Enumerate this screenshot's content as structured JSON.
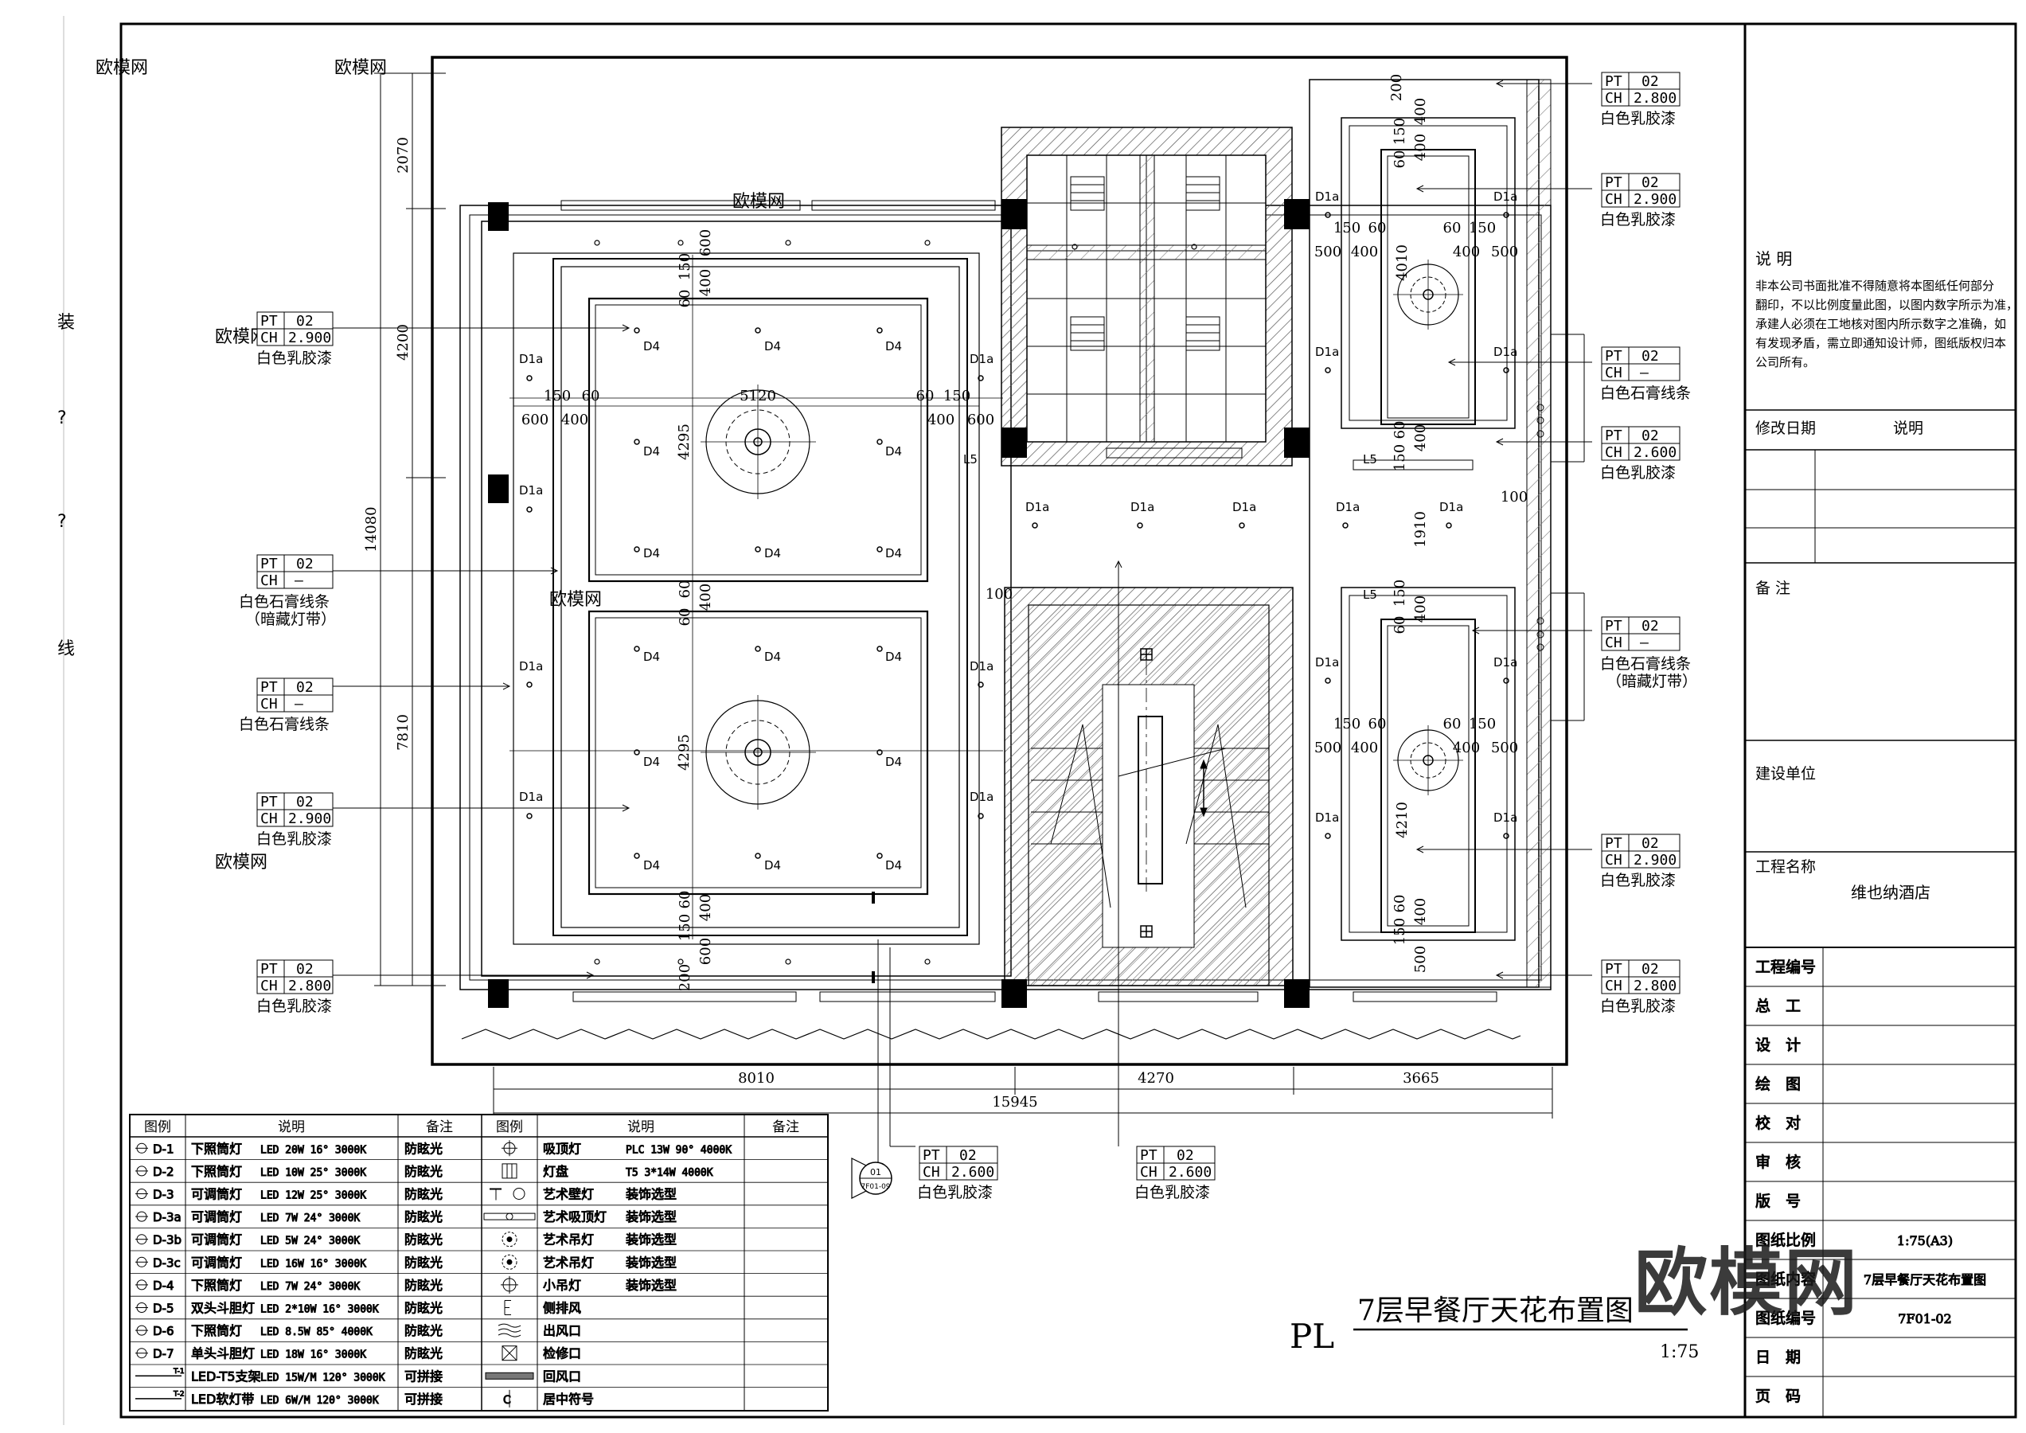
{
  "drawing": {
    "title": "7层早餐厅天花布置图",
    "prefix": "PL",
    "scale": "1:75"
  },
  "margin_marks": [
    "装",
    "?",
    "?",
    "线"
  ],
  "watermark": "欧模网",
  "faint_watermark": "欧模网",
  "dimensions": {
    "left": [
      "2070",
      "4200",
      "14080",
      "7810"
    ],
    "bottom": [
      "8010",
      "4270",
      "3665",
      "15945"
    ],
    "room_a": {
      "width": "5120",
      "height": "4295",
      "side": [
        "600",
        "400",
        "150",
        "60"
      ],
      "vert": [
        "600",
        "400",
        "150",
        "60",
        "200"
      ]
    },
    "room_c": {
      "height": "4010",
      "height2": "4210",
      "side": [
        "500",
        "400",
        "150",
        "60"
      ],
      "vert": [
        "200",
        "400",
        "150",
        "60",
        "500"
      ]
    },
    "center": [
      "1910",
      "100",
      "100"
    ]
  },
  "fixture_labels": {
    "d4": "D4",
    "d1a": "D1a",
    "l5": "L5"
  },
  "callouts": [
    {
      "pt": "PT",
      "pt_val": "02",
      "ch": "CH",
      "ch_val": "2.900",
      "text": "白色乳胶漆",
      "text2": ""
    },
    {
      "pt": "PT",
      "pt_val": "02",
      "ch": "CH",
      "ch_val": "—",
      "text": "白色石膏线条",
      "text2": "（暗藏灯带）"
    },
    {
      "pt": "PT",
      "pt_val": "02",
      "ch": "CH",
      "ch_val": "—",
      "text": "白色石膏线条",
      "text2": ""
    },
    {
      "pt": "PT",
      "pt_val": "02",
      "ch": "CH",
      "ch_val": "2.900",
      "text": "白色乳胶漆",
      "text2": ""
    },
    {
      "pt": "PT",
      "pt_val": "02",
      "ch": "CH",
      "ch_val": "2.800",
      "text": "白色乳胶漆",
      "text2": ""
    },
    {
      "pt": "PT",
      "pt_val": "02",
      "ch": "CH",
      "ch_val": "2.800",
      "text": "白色乳胶漆",
      "text2": ""
    },
    {
      "pt": "PT",
      "pt_val": "02",
      "ch": "CH",
      "ch_val": "2.900",
      "text": "白色乳胶漆",
      "text2": ""
    },
    {
      "pt": "PT",
      "pt_val": "02",
      "ch": "CH",
      "ch_val": "—",
      "text": "白色石膏线条",
      "text2": ""
    },
    {
      "pt": "PT",
      "pt_val": "02",
      "ch": "CH",
      "ch_val": "2.600",
      "text": "白色乳胶漆",
      "text2": ""
    },
    {
      "pt": "PT",
      "pt_val": "02",
      "ch": "CH",
      "ch_val": "—",
      "text": "白色石膏线条",
      "text2": "（暗藏灯带）"
    },
    {
      "pt": "PT",
      "pt_val": "02",
      "ch": "CH",
      "ch_val": "2.900",
      "text": "白色乳胶漆",
      "text2": ""
    },
    {
      "pt": "PT",
      "pt_val": "02",
      "ch": "CH",
      "ch_val": "2.800",
      "text": "白色乳胶漆",
      "text2": ""
    },
    {
      "pt": "PT",
      "pt_val": "02",
      "ch": "CH",
      "ch_val": "2.600",
      "text": "白色乳胶漆",
      "text2": ""
    },
    {
      "pt": "PT",
      "pt_val": "02",
      "ch": "CH",
      "ch_val": "2.600",
      "text": "白色乳胶漆",
      "text2": ""
    }
  ],
  "section_marker": {
    "top": "01",
    "bottom": "7F01-09"
  },
  "legend": {
    "headers": [
      "图例",
      "说明",
      "备注",
      "图例",
      "说明",
      "备注"
    ],
    "left_rows": [
      {
        "code": "D-1",
        "name": "下照筒灯",
        "spec": "LED 20W 16° 3000K",
        "note": "防眩光"
      },
      {
        "code": "D-2",
        "name": "下照筒灯",
        "spec": "LED 10W 25° 3000K",
        "note": "防眩光"
      },
      {
        "code": "D-3",
        "name": "可调筒灯",
        "spec": "LED 12W 25° 3000K",
        "note": "防眩光"
      },
      {
        "code": "D-3a",
        "name": "可调筒灯",
        "spec": "LED 7W 24° 3000K",
        "note": "防眩光"
      },
      {
        "code": "D-3b",
        "name": "可调筒灯",
        "spec": "LED 5W 24° 3000K",
        "note": "防眩光"
      },
      {
        "code": "D-3c",
        "name": "可调筒灯",
        "spec": "LED 16W 16° 3000K",
        "note": "防眩光"
      },
      {
        "code": "D-4",
        "name": "下照筒灯",
        "spec": "LED 7W 24° 3000K",
        "note": "防眩光"
      },
      {
        "code": "D-5",
        "name": "双头斗胆灯",
        "spec": "LED 2*10W 16° 3000K",
        "note": "防眩光"
      },
      {
        "code": "D-6",
        "name": "下照筒灯",
        "spec": "LED 8.5W 85° 4000K",
        "note": "防眩光"
      },
      {
        "code": "D-7",
        "name": "单头斗胆灯",
        "spec": "LED 18W 16° 3000K",
        "note": "防眩光"
      },
      {
        "code": "T-1",
        "name": "LED-T5支架",
        "spec": "LED 15W/M 120° 3000K",
        "note": "可拼接"
      },
      {
        "code": "T-2",
        "name": "LED软灯带",
        "spec": "LED 6W/M 120° 3000K",
        "note": "可拼接"
      }
    ],
    "right_rows": [
      {
        "name": "吸顶灯",
        "spec": "PLC 13W 90° 4000K",
        "note": ""
      },
      {
        "name": "灯盘",
        "spec": "T5 3*14W 4000K",
        "note": ""
      },
      {
        "name": "艺术壁灯",
        "spec": "",
        "note": "装饰选型"
      },
      {
        "name": "艺术吸顶灯",
        "spec": "",
        "note": "装饰选型"
      },
      {
        "name": "艺术吊灯",
        "spec": "",
        "note": "装饰选型"
      },
      {
        "name": "艺术吊灯",
        "spec": "",
        "note": "装饰选型"
      },
      {
        "name": "小吊灯",
        "spec": "",
        "note": "装饰选型"
      },
      {
        "name": "侧排风",
        "spec": "",
        "note": ""
      },
      {
        "name": "出风口",
        "spec": "",
        "note": ""
      },
      {
        "name": "检修口",
        "spec": "",
        "note": ""
      },
      {
        "name": "回风口",
        "spec": "",
        "note": ""
      },
      {
        "name": "居中符号",
        "spec": "",
        "note": ""
      }
    ]
  },
  "title_block": {
    "notes_heading": "说 明",
    "notes": [
      "非本公司书面批准不得随意将本图纸任何部分",
      "翻印，不以比例度量此图，以图内数字所示为准，",
      "承建人必须在工地核对图内所示数字之准确，如",
      "有发现矛盾，需立即通知设计师，图纸版权归本",
      "公司所有。"
    ],
    "revision_date": "修改日期",
    "revision_desc": "说明",
    "remarks": "备 注",
    "client": "建设单位",
    "project_label": "工程名称",
    "project_name": "维也纳酒店",
    "rows": [
      {
        "label": "工程编号",
        "value": ""
      },
      {
        "label": "总　工",
        "value": ""
      },
      {
        "label": "设　计",
        "value": ""
      },
      {
        "label": "绘　图",
        "value": ""
      },
      {
        "label": "校　对",
        "value": ""
      },
      {
        "label": "审　核",
        "value": ""
      },
      {
        "label": "版　号",
        "value": ""
      },
      {
        "label": "图纸比例",
        "value": "1:75(A3)"
      },
      {
        "label": "图纸内容",
        "value": "7层早餐厅天花布置图"
      },
      {
        "label": "图纸编号",
        "value": "7F01-02"
      },
      {
        "label": "日　期",
        "value": ""
      },
      {
        "label": "页　码",
        "value": ""
      }
    ]
  }
}
